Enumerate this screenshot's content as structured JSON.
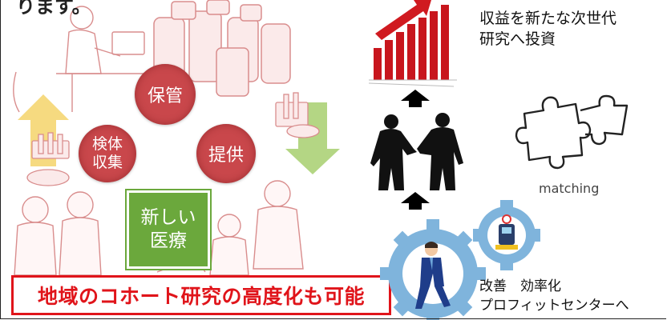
{
  "top_cut_text": "ります。",
  "cycle": {
    "store": "保管",
    "provide": "提供",
    "collect_line1": "検体",
    "collect_line2": "収集",
    "new_medicine_line1": "新しい",
    "new_medicine_line2": "医療"
  },
  "banner_text": "地域のコホート研究の高度化も可能",
  "invest_line1": "収益を新たな次世代",
  "invest_line2": "研究へ投資",
  "matching_label": "matching",
  "improve_line1": "改善　効率化",
  "improve_line2": "プロフィットセンターへ",
  "colors": {
    "circle_red": "#c9474b",
    "new_medicine_green": "#6ba83c",
    "banner_red": "#e0141a",
    "gear_blue": "#7fb4dc"
  }
}
